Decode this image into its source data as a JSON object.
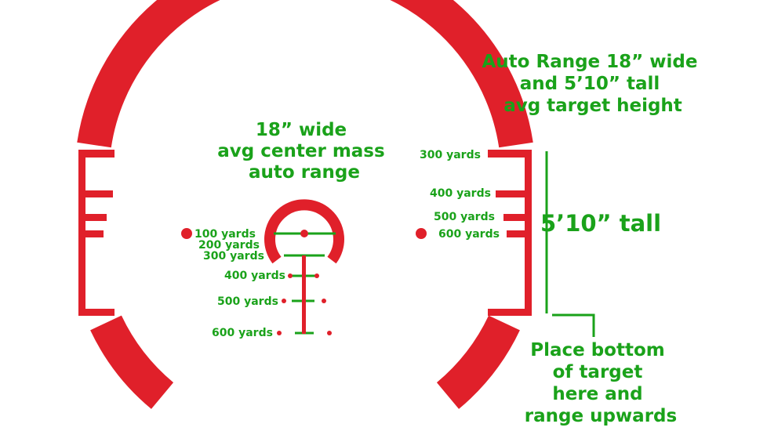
{
  "colors": {
    "reticle_red": "#e0202a",
    "label_green": "#1aa21a",
    "background": "#ffffff"
  },
  "annotations": {
    "auto_range": [
      "Auto Range 18” wide",
      "and 5’10” tall",
      "avg target height"
    ],
    "center_mass": [
      "18” wide",
      "avg center mass",
      "auto range"
    ],
    "tall": "5’10” tall",
    "place_bottom": [
      "Place bottom",
      "of target",
      "here and",
      "range upwards"
    ]
  },
  "center_labels": {
    "y100": "100 yards",
    "y200": "200 yards",
    "y300": "300 yards",
    "y400": "400 yards",
    "y500": "500 yards",
    "y600": "600 yards"
  },
  "right_labels": {
    "y300": "300 yards",
    "y400": "400 yards",
    "y500": "500 yards",
    "y600": "600 yards"
  }
}
